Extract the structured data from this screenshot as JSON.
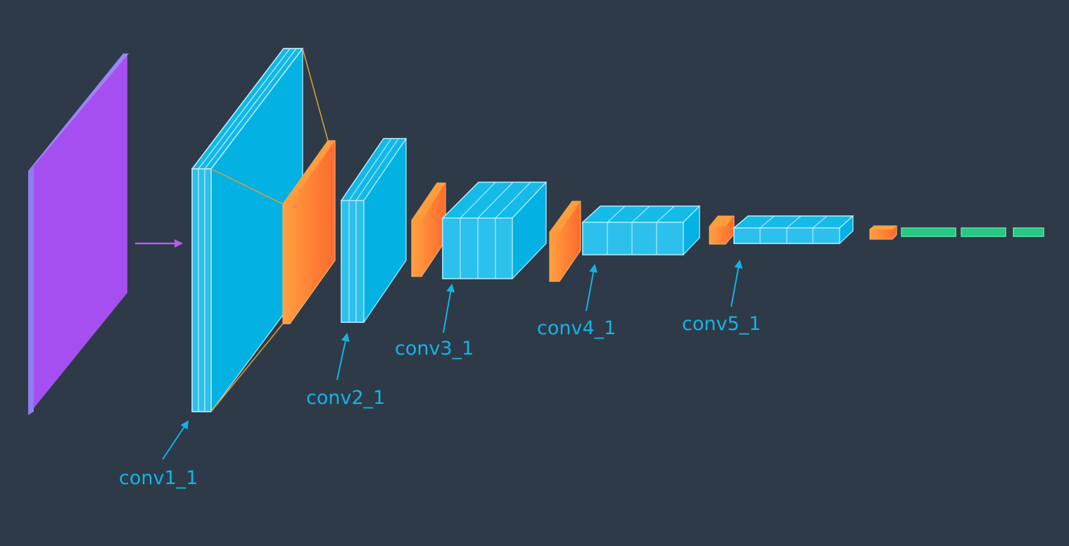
{
  "diagram": {
    "colors": {
      "background": "#2e3a48",
      "input": "#a64ff0",
      "input_edge": "#8d7ef0",
      "conv": "#03b1e2",
      "conv_edge": "#8fdcf4",
      "conv_line": "#bfeffd",
      "pool": "#ff7a30",
      "pool_light": "#ffa548",
      "fc": "#25c884",
      "fc_edge": "#5ee0a6",
      "connector": "#e0a030",
      "arrow_input": "#b35cf2",
      "label": "#12b4e4"
    },
    "layers": [
      {
        "id": "input",
        "type": "input"
      },
      {
        "id": "conv1",
        "type": "conv",
        "label": "conv1_1"
      },
      {
        "id": "pool1",
        "type": "pool"
      },
      {
        "id": "conv2",
        "type": "conv",
        "label": "conv2_1"
      },
      {
        "id": "pool2",
        "type": "pool"
      },
      {
        "id": "conv3",
        "type": "conv",
        "label": "conv3_1"
      },
      {
        "id": "pool3",
        "type": "pool"
      },
      {
        "id": "conv4",
        "type": "conv",
        "label": "conv4_1"
      },
      {
        "id": "pool4",
        "type": "pool"
      },
      {
        "id": "conv5",
        "type": "conv",
        "label": "conv5_1"
      },
      {
        "id": "pool5",
        "type": "pool"
      },
      {
        "id": "fc1",
        "type": "fc"
      },
      {
        "id": "fc2",
        "type": "fc"
      },
      {
        "id": "fc3",
        "type": "fc"
      }
    ]
  }
}
